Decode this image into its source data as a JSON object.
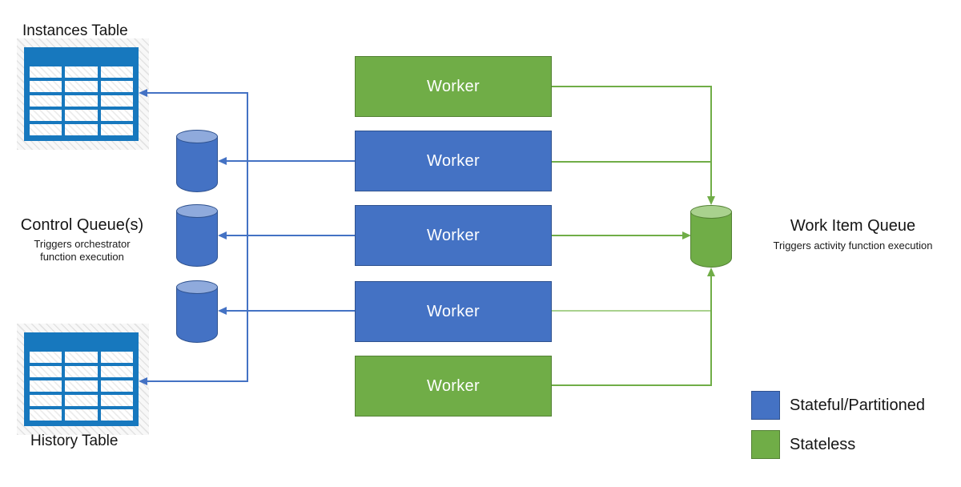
{
  "diagram": {
    "instances_table": {
      "label": "Instances Table"
    },
    "history_table": {
      "label": "History Table"
    },
    "control_queues": {
      "title": "Control Queue(s)",
      "subtitle": "Triggers orchestrator function execution",
      "queue_count": 3
    },
    "work_item_queue": {
      "title": "Work Item Queue",
      "subtitle": "Triggers activity function execution"
    },
    "workers": [
      {
        "label": "Worker",
        "type": "stateless"
      },
      {
        "label": "Worker",
        "type": "stateful"
      },
      {
        "label": "Worker",
        "type": "stateful"
      },
      {
        "label": "Worker",
        "type": "stateful"
      },
      {
        "label": "Worker",
        "type": "stateless"
      }
    ],
    "legend": [
      {
        "label": "Stateful/Partitioned",
        "color": "#4472C4"
      },
      {
        "label": "Stateless",
        "color": "#70AD47"
      }
    ],
    "colors": {
      "stateful_blue": "#4472C4",
      "stateful_blue_border": "#2F528F",
      "stateful_blue_light": "#8FAADC",
      "stateless_green": "#70AD47",
      "stateless_green_border": "#548235",
      "stateless_green_light": "#A9D18E",
      "table_blue": "#1778BE"
    }
  }
}
